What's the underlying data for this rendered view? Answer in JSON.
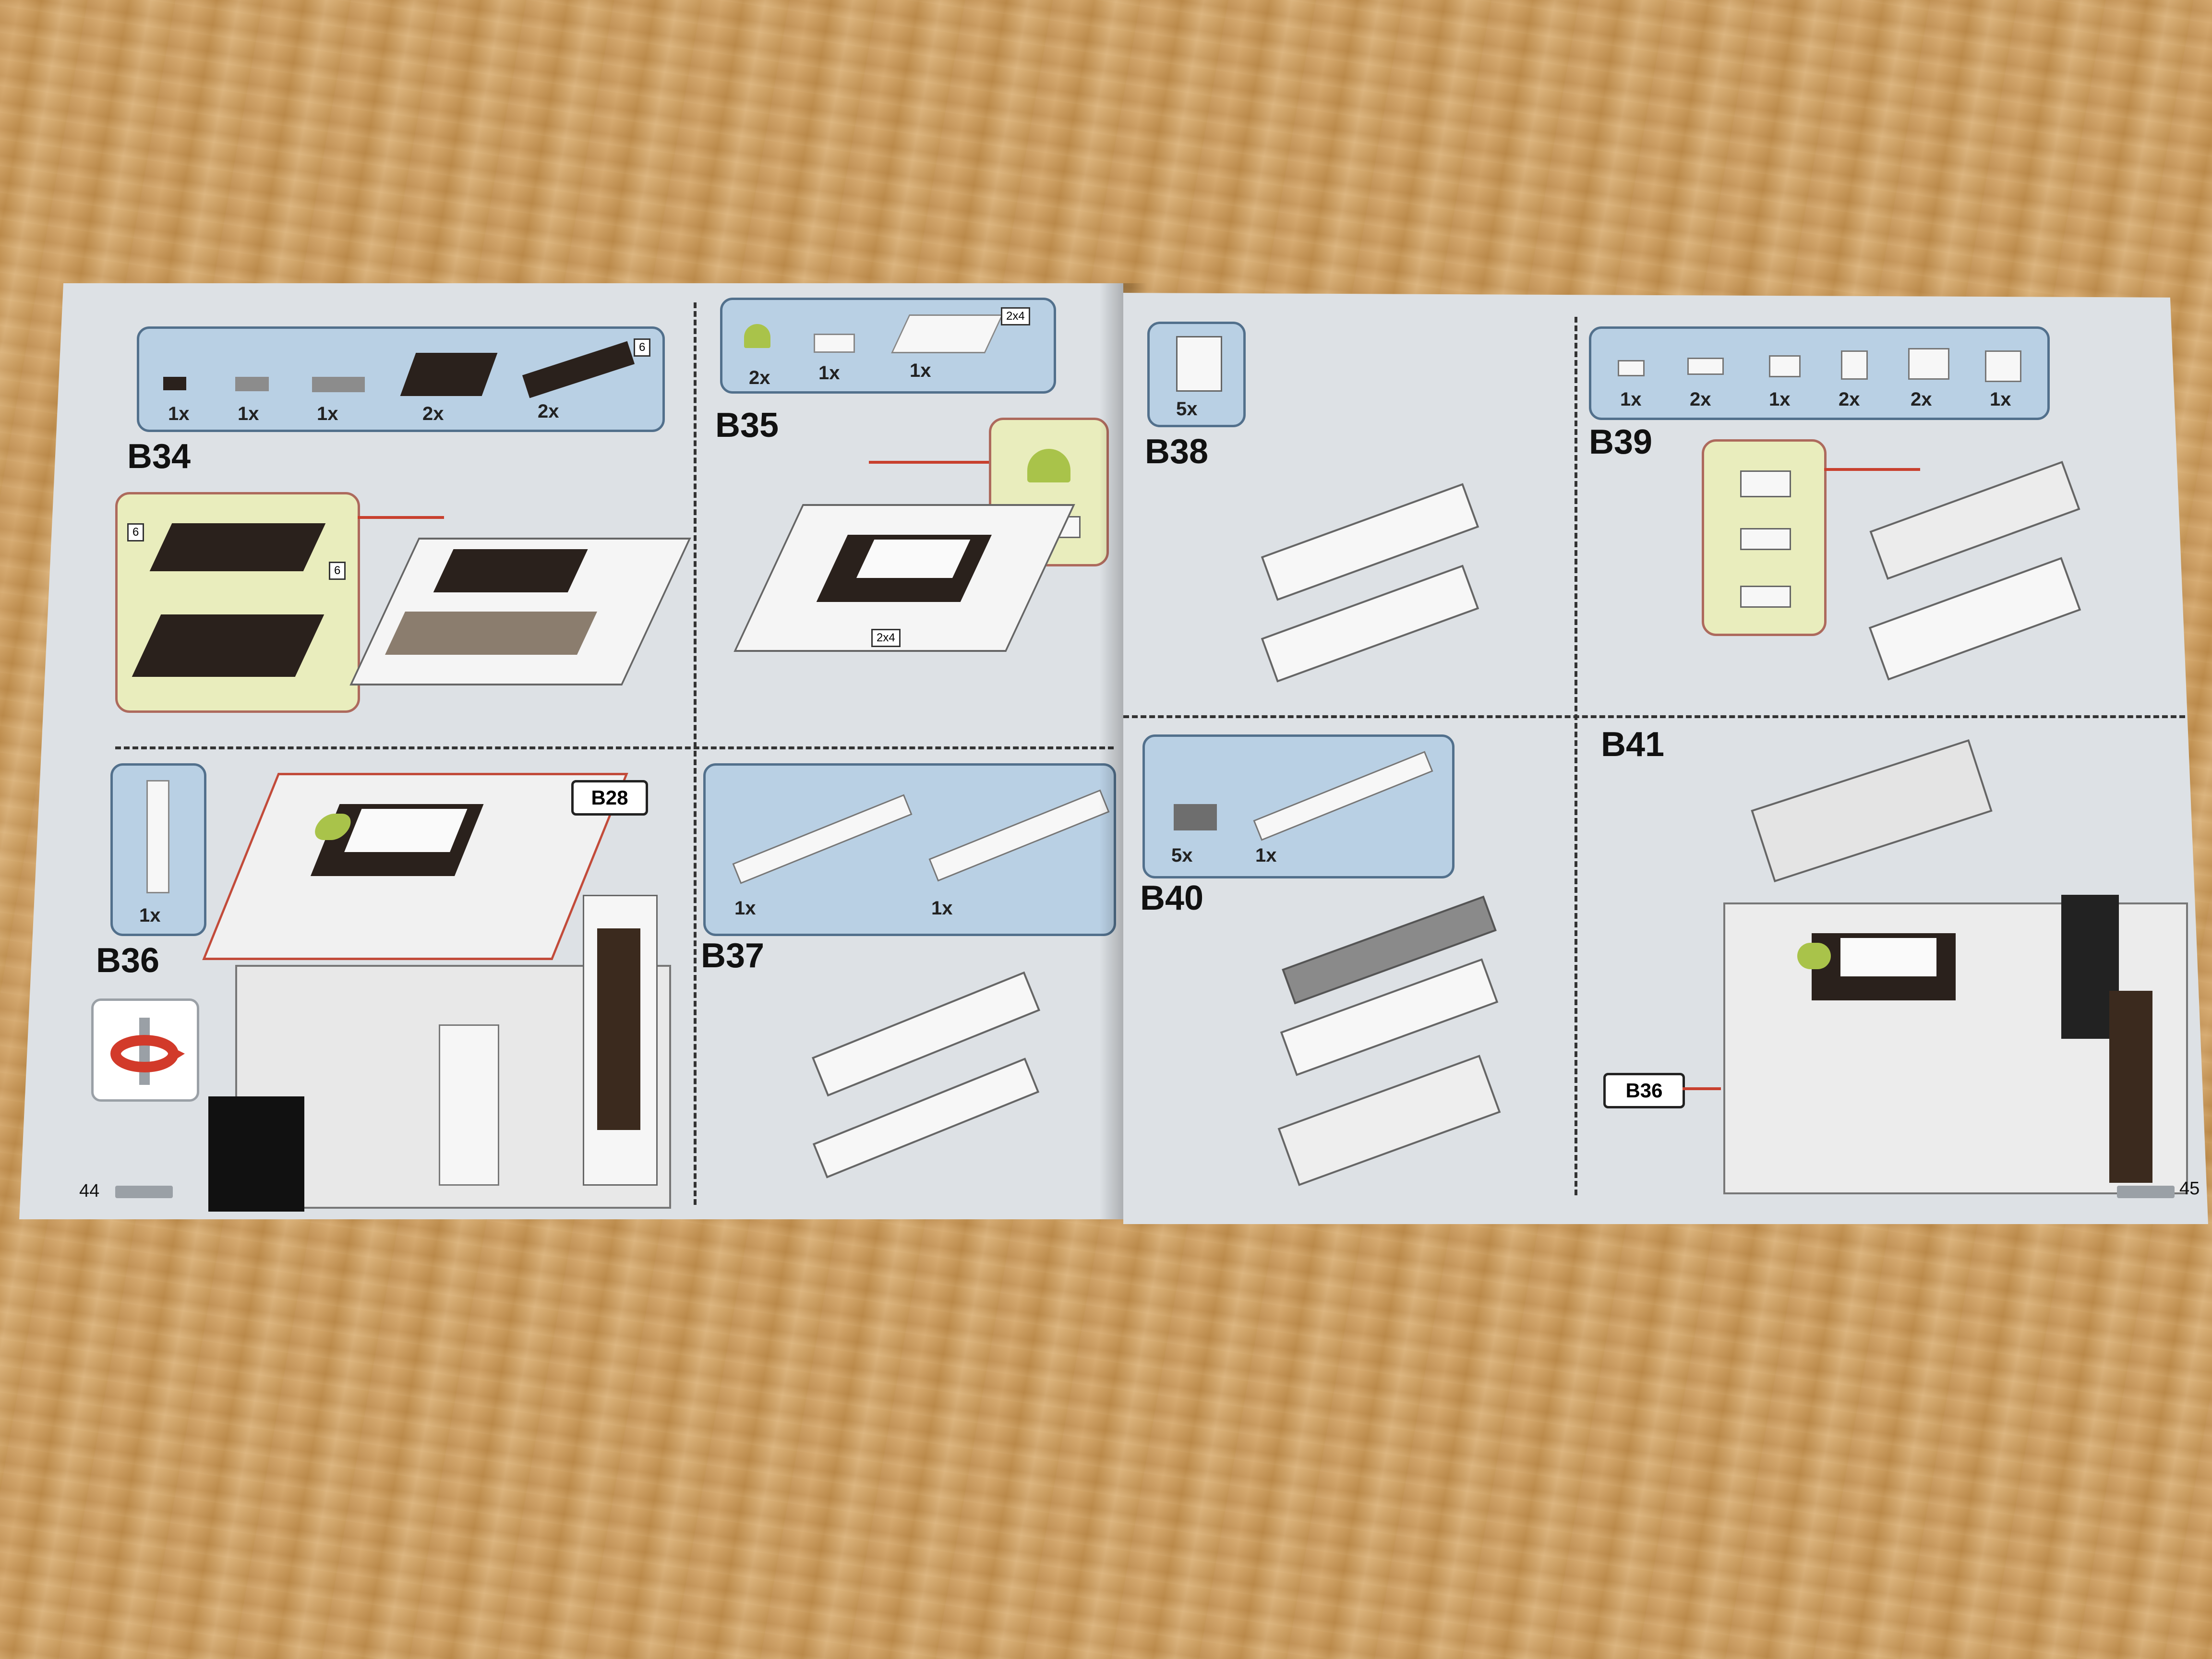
{
  "left_page": {
    "page_number": "44",
    "steps": {
      "b34": {
        "label": "B34",
        "qty": [
          "1x",
          "1x",
          "1x",
          "2x",
          "2x"
        ],
        "tag": "6",
        "sub_tags": [
          "6",
          "6"
        ]
      },
      "b35": {
        "label": "B35",
        "qty": [
          "2x",
          "1x",
          "1x"
        ],
        "tag": "2x4",
        "model_tag": "2x4"
      },
      "b36": {
        "label": "B36",
        "qty": [
          "1x"
        ],
        "callout": "B28"
      },
      "b37": {
        "label": "B37",
        "qty": [
          "1x",
          "1x"
        ]
      }
    }
  },
  "right_page": {
    "page_number": "45",
    "steps": {
      "b38": {
        "label": "B38",
        "qty": [
          "5x"
        ]
      },
      "b39": {
        "label": "B39",
        "qty": [
          "1x",
          "2x",
          "1x",
          "2x",
          "2x",
          "1x"
        ]
      },
      "b40": {
        "label": "B40",
        "qty": [
          "5x",
          "1x"
        ]
      },
      "b41": {
        "label": "B41",
        "callout": "B36"
      }
    }
  },
  "colors": {
    "page": "#dde1e5",
    "parts_box": "#b9d0e4",
    "sub_box": "#e9edbd",
    "arrow": "#c8402e",
    "dark_brick": "#2a211c",
    "lime_brick": "#a9c34a"
  },
  "icons": [
    "rotate-model-icon"
  ]
}
